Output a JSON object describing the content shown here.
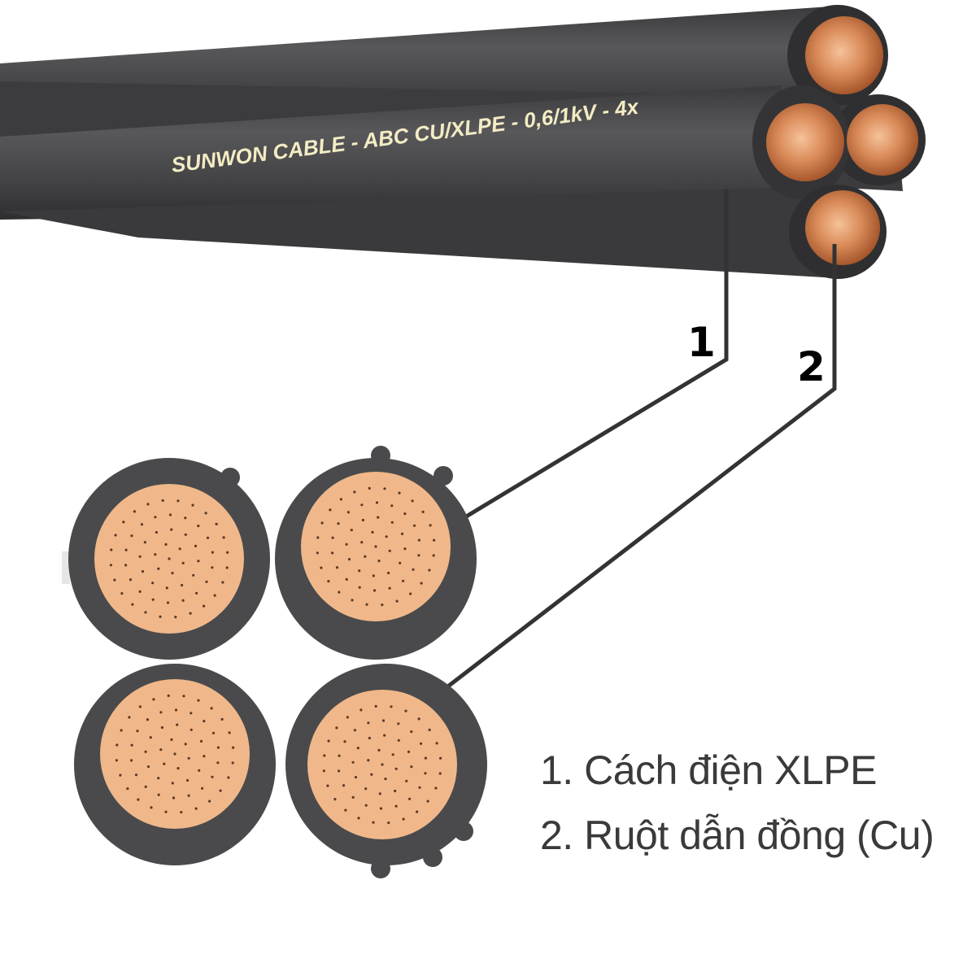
{
  "cable_print": "SUNWON CABLE - ABC CU/XLPE - 0,6/1kV - 4x",
  "callouts": [
    {
      "number": "1",
      "target": "insulation"
    },
    {
      "number": "2",
      "target": "conductor"
    }
  ],
  "legend": [
    "1. Cách điện XLPE",
    "2. Ruột dẫn đồng (Cu)"
  ],
  "colors": {
    "insulation": "#4a4a4c",
    "conductor_copper": "#c9774a",
    "conductor_section": "#f0b88a",
    "print_text": "#f3ecc4",
    "leader_line": "#333333",
    "background": "#ffffff"
  }
}
